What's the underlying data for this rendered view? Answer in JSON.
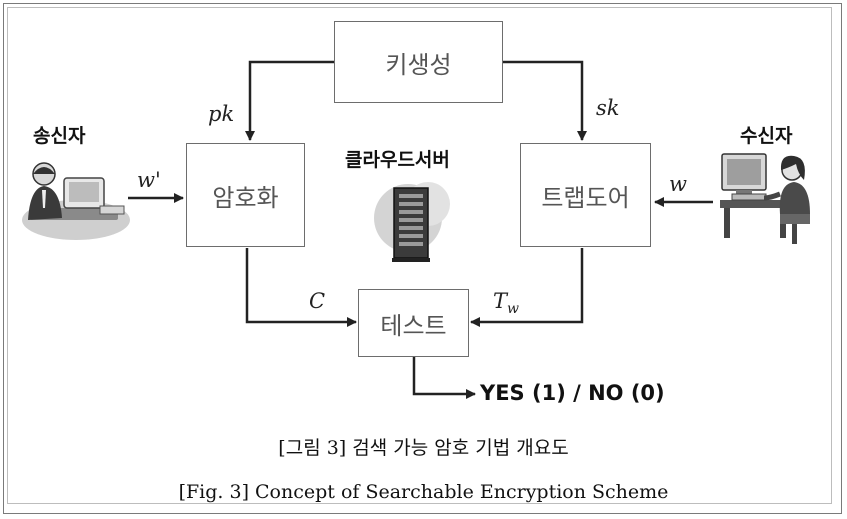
{
  "boxes": {
    "keygen": "키생성",
    "encrypt": "암호화",
    "trapdoor": "트랩도어",
    "test": "테스트"
  },
  "actors": {
    "sender": "송신자",
    "receiver": "수신자",
    "cloud_server": "클라우드서버"
  },
  "edge_labels": {
    "pk": "pk",
    "sk": "sk",
    "w_prime": "w'",
    "w": "w",
    "c": "C",
    "tw": "T",
    "tw_sub": "w"
  },
  "result": "YES (1) / NO (0)",
  "caption": {
    "korean": "[그림 3] 검색 가능 암호 기법 개요도",
    "english": "[Fig. 3] Concept of Searchable Encryption Scheme"
  }
}
